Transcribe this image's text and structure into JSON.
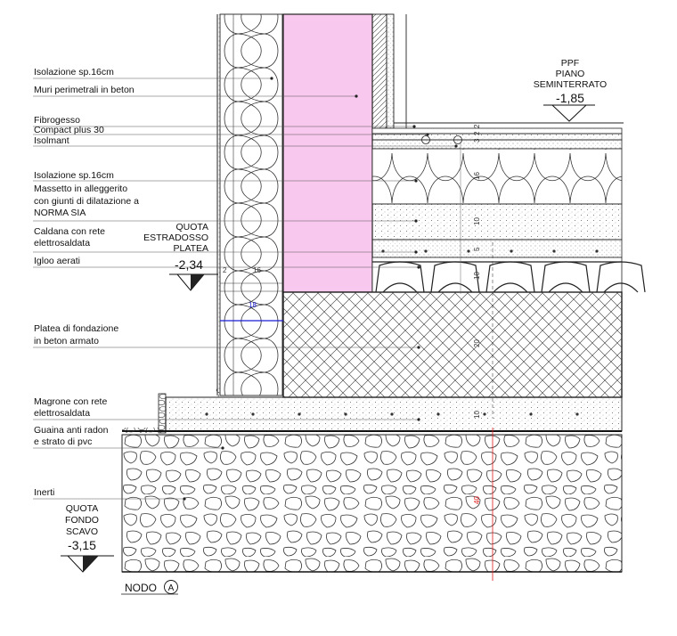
{
  "labels": {
    "isolazione_top": "Isolazione sp.16cm",
    "muri": "Muri perimetrali in beton",
    "fibrogesso": "Fibrogesso",
    "compact": "Compact plus 30",
    "isolmant": "Isolmant",
    "isolazione_floor": "Isolazione sp.16cm",
    "massetto_1": "Massetto in alleggerito",
    "massetto_2": "con giunti di dilatazione a",
    "massetto_3": "NORMA SIA",
    "caldana_1": "Caldana con rete",
    "caldana_2": "elettrosaldata",
    "igloo": "Igloo aerati",
    "platea_1": "Platea di fondazione",
    "platea_2": "in beton armato",
    "magrone_1": "Magrone con rete",
    "magrone_2": "elettrosaldata",
    "guaina_1": "Guaina anti radon",
    "guaina_2": "e strato di pvc",
    "inerti": "Inerti"
  },
  "levels": {
    "ppf_1": "PPF",
    "ppf_2": "PIANO",
    "ppf_3": "SEMINTERRATO",
    "ppf_value": "-1,85",
    "platea_1": "QUOTA",
    "platea_2": "ESTRADOSSO",
    "platea_3": "PLATEA",
    "platea_value": "-2,34",
    "fondo_1": "QUOTA",
    "fondo_2": "FONDO",
    "fondo_3": "SCAVO",
    "fondo_value": "-3,15"
  },
  "dimensions": {
    "d3": "3",
    "d2a": "2",
    "d2b": "2",
    "d16_floor": "16",
    "d10_massetto": "10",
    "d5": "5",
    "d10_igloo": "10",
    "d20": "20",
    "d10_magrone": "10",
    "d40": "40",
    "d2_wall": "2",
    "d16_wall": "16",
    "d18": "18"
  },
  "node": {
    "label": "NODO",
    "id": "A"
  },
  "colors": {
    "concrete_wall": "#f9c8ee",
    "dimension_blue": "#1a1ad6",
    "dimension_red": "#e01818",
    "line": "#1a1a1a"
  }
}
